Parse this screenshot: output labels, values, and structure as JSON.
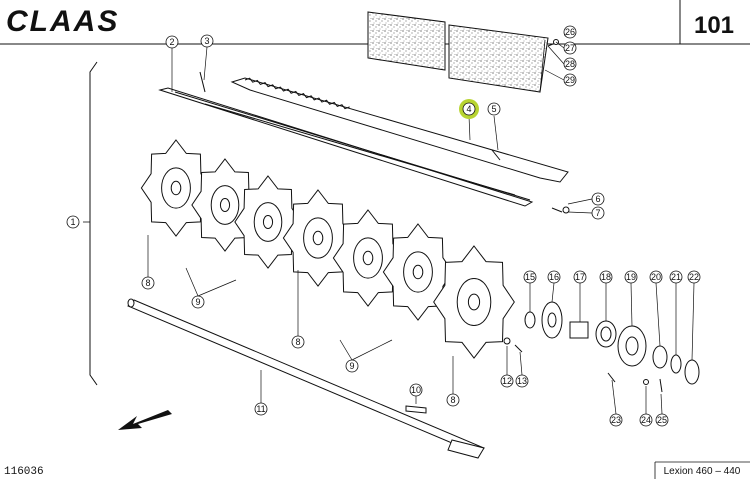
{
  "header": {
    "brand": "CLAAS",
    "page_number": "101"
  },
  "footer": {
    "drawing_id": "116036",
    "model": "Lexion 460 – 440"
  },
  "callouts": [
    "1",
    "2",
    "3",
    "4",
    "5",
    "6",
    "7",
    "8",
    "9",
    "10",
    "11",
    "12",
    "13",
    "15",
    "16",
    "17",
    "18",
    "19",
    "20",
    "21",
    "22",
    "23",
    "24",
    "25",
    "26",
    "27",
    "28",
    "29"
  ],
  "colors": {
    "ink": "#111111",
    "highlight": "#b8d432",
    "paper": "#ffffff"
  }
}
